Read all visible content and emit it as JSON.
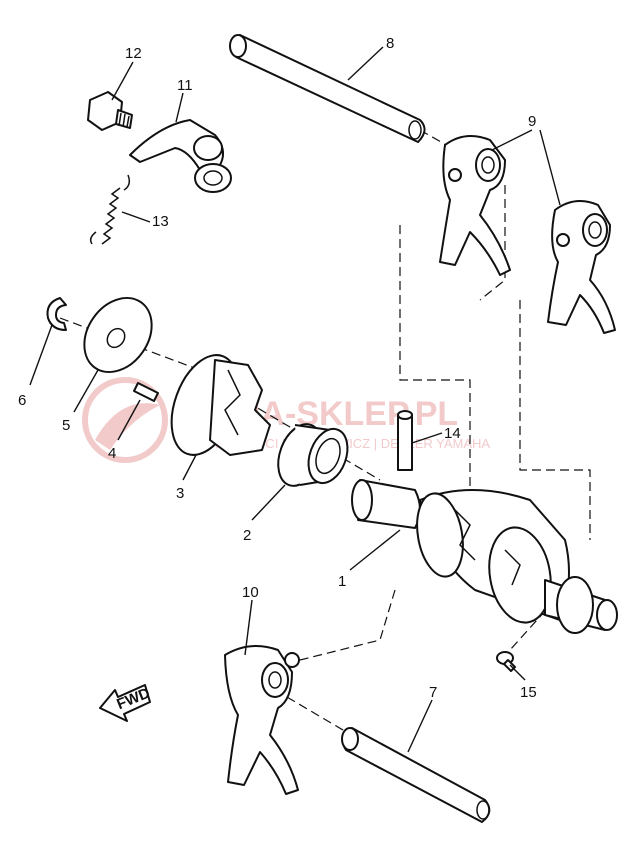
{
  "watermark": {
    "brand": "YAMA-SKLEP.PL",
    "tagline": "MOTOCZĘŚCI RZECHOWICZ | DEALER YAMAHA",
    "color": "#e8a0a0"
  },
  "fwd_label": "FWD",
  "callouts": [
    {
      "id": "p1",
      "num": "1"
    },
    {
      "id": "p2",
      "num": "2"
    },
    {
      "id": "p3",
      "num": "3"
    },
    {
      "id": "p4",
      "num": "4"
    },
    {
      "id": "p5",
      "num": "5"
    },
    {
      "id": "p6",
      "num": "6"
    },
    {
      "id": "p7",
      "num": "7"
    },
    {
      "id": "p8",
      "num": "8"
    },
    {
      "id": "p9",
      "num": "9"
    },
    {
      "id": "p10",
      "num": "10"
    },
    {
      "id": "p11",
      "num": "11"
    },
    {
      "id": "p12",
      "num": "12"
    },
    {
      "id": "p13",
      "num": "13"
    },
    {
      "id": "p14",
      "num": "14"
    },
    {
      "id": "p15",
      "num": "15"
    }
  ]
}
